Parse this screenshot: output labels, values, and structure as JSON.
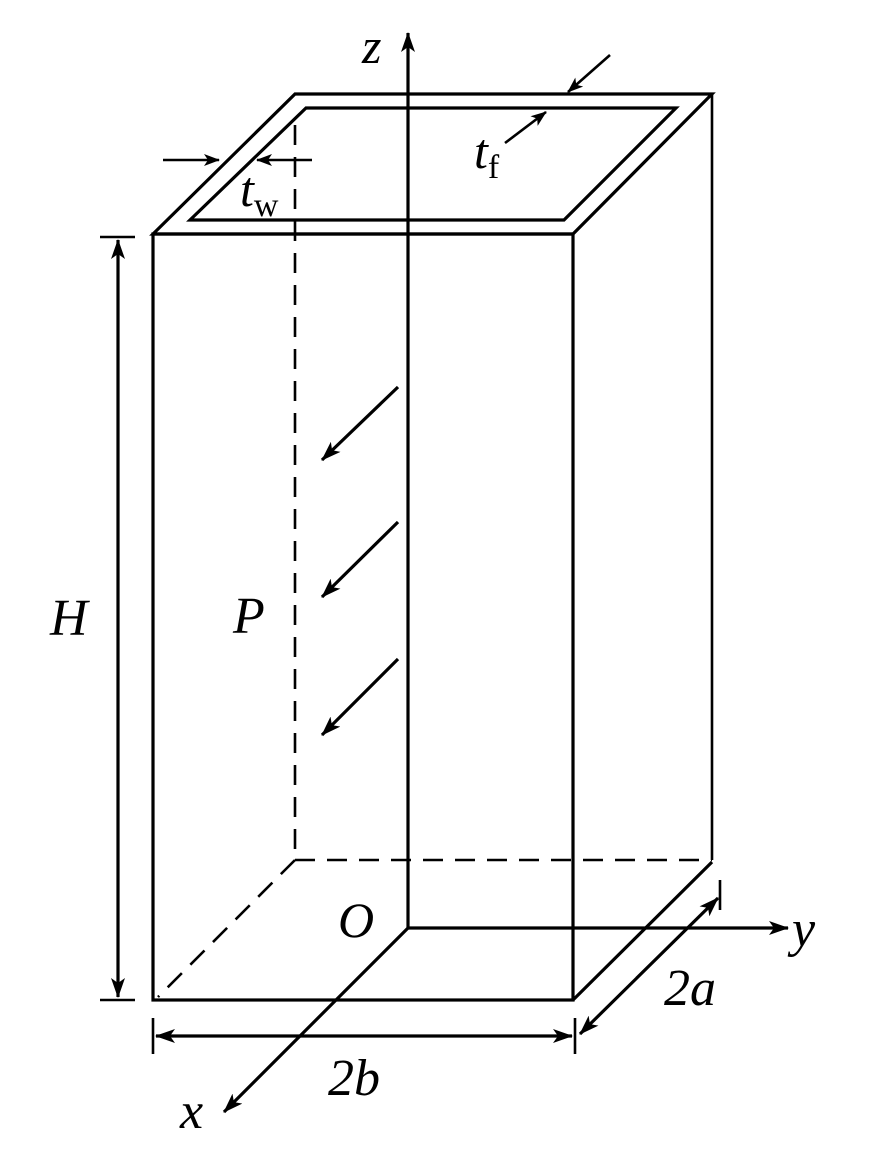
{
  "diagram": {
    "labels": {
      "z": "z",
      "y": "y",
      "x": "x",
      "origin": "O",
      "height": "H",
      "load": "P",
      "width": "2b",
      "depth": "2a",
      "web_thickness_base": "t",
      "web_thickness_sub": "w",
      "flange_thickness_base": "t",
      "flange_thickness_sub": "f"
    },
    "colors": {
      "stroke": "#000000",
      "background": "#ffffff"
    }
  }
}
